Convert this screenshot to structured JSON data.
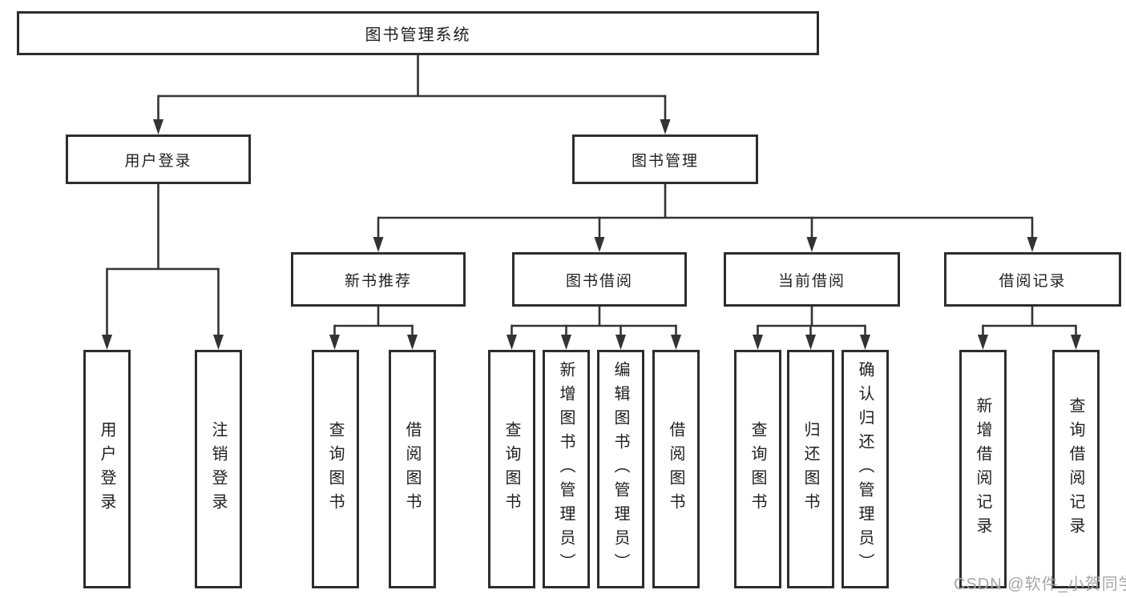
{
  "diagram": {
    "title": "图书管理系统",
    "level2": [
      {
        "label": "用户登录"
      },
      {
        "label": "图书管理"
      }
    ],
    "level3": [
      {
        "label": "新书推荐"
      },
      {
        "label": "图书借阅"
      },
      {
        "label": "当前借阅"
      },
      {
        "label": "借阅记录"
      }
    ],
    "leaves": {
      "user_login": [
        {
          "label": "用户登录"
        },
        {
          "label": "注销登录"
        }
      ],
      "new_book": [
        {
          "label": "查询图书"
        },
        {
          "label": "借阅图书"
        }
      ],
      "book_borrow": [
        {
          "label": "查询图书"
        },
        {
          "label": "新增图书（管理员）"
        },
        {
          "label": "编辑图书（管理员）"
        },
        {
          "label": "借阅图书"
        }
      ],
      "current_borrow": [
        {
          "label": "查询图书"
        },
        {
          "label": "归还图书"
        },
        {
          "label": "确认归还（管理员）"
        }
      ],
      "borrow_records": [
        {
          "label": "新增借阅记录"
        },
        {
          "label": "查询借阅记录"
        }
      ]
    }
  },
  "watermark": {
    "text": "CSDN @软件_小贺同学"
  },
  "colors": {
    "line": "#333333",
    "border": "#2d2d2d",
    "text": "#1f1f1f",
    "watermark": "#a6a6a6",
    "background": "#ffffff"
  }
}
